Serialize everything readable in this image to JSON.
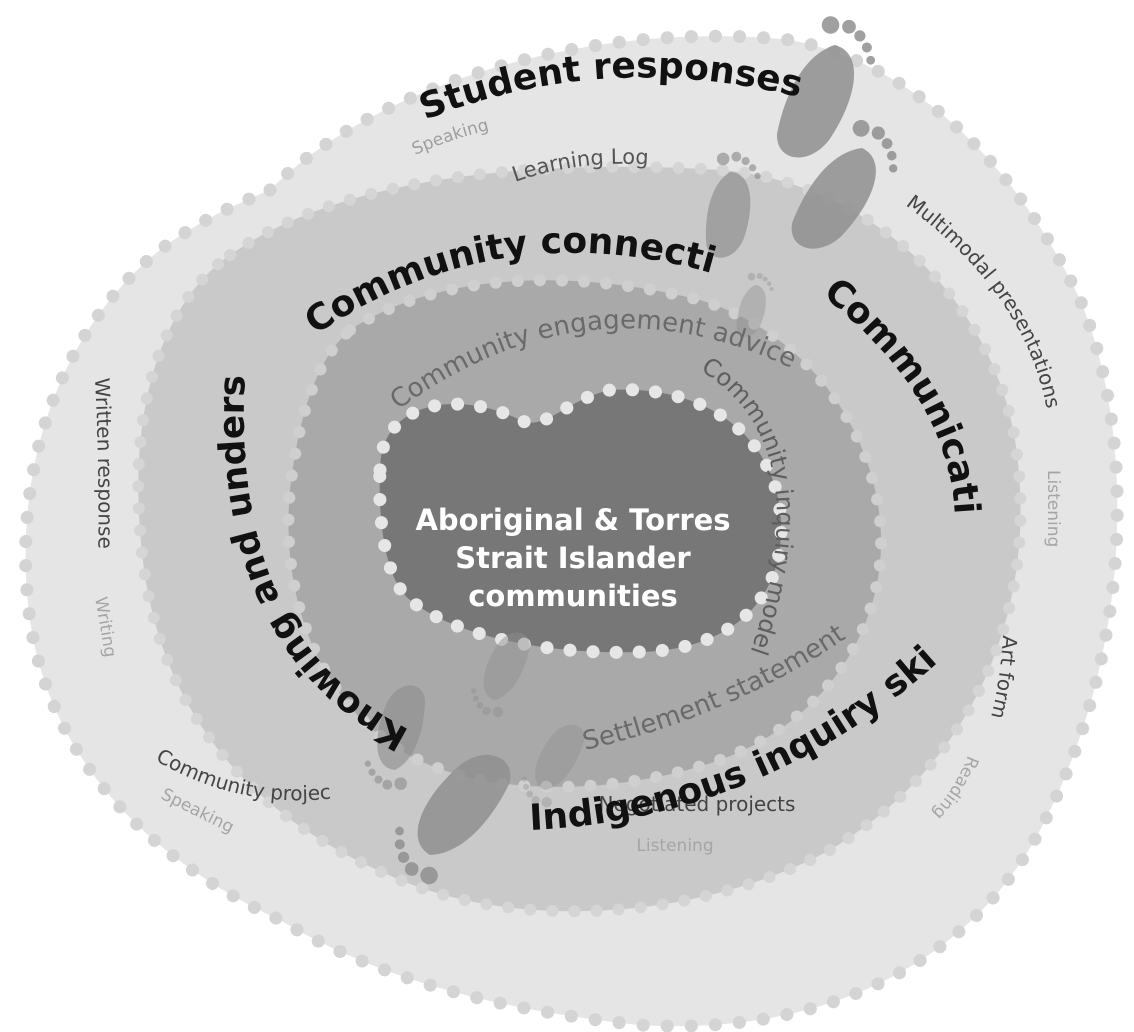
{
  "center": {
    "line1": "Aboriginal & Torres",
    "line2": "Strait Islander",
    "line3": "communities"
  },
  "outer_ring": {
    "heading": "Student responses",
    "items": [
      "Speaking",
      "Learning Log",
      "Multimodal presentations",
      "Listening",
      "Art forms",
      "Reading",
      "Negotiated projects",
      "Listening",
      "Community projects",
      "Speaking",
      "Written response",
      "Writing"
    ]
  },
  "second_ring": {
    "headings": [
      "Community connections",
      "Communicating",
      "Indigenous inquiry skills",
      "Knowing and understanding"
    ]
  },
  "third_ring": {
    "items": [
      "Community engagement advice",
      "Community inquiry model",
      "Settlement statement"
    ]
  },
  "colors": {
    "outer_fill": "#e5e5e5",
    "second_fill": "#c6c6c6",
    "third_fill": "#a9a9a9",
    "center_fill": "#777777",
    "dot": "#d2d2d2",
    "heading_text": "#111111",
    "sub_text": "#555555",
    "light_text": "#999999",
    "footprint": "#8f8f8f"
  }
}
